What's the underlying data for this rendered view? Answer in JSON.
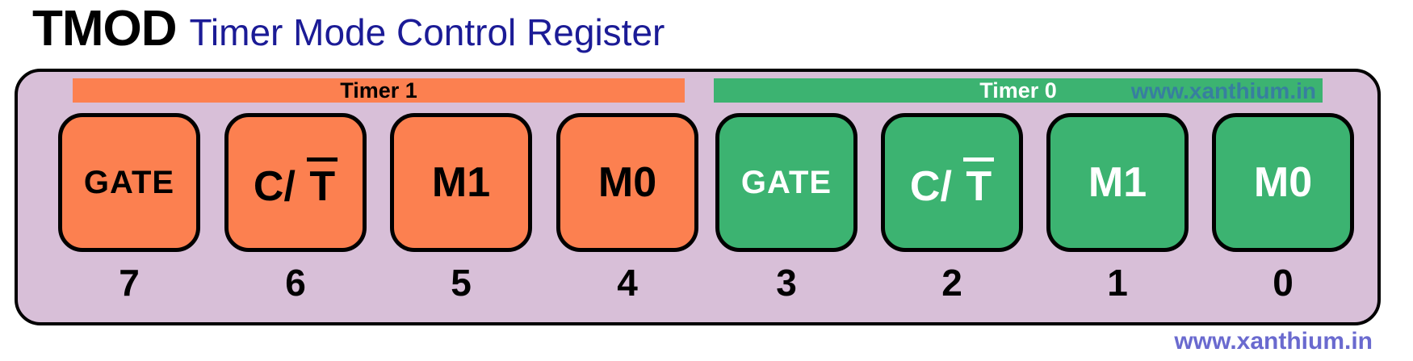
{
  "header": {
    "title": "TMOD",
    "subtitle": "Timer Mode Control Register"
  },
  "register": {
    "groups": [
      {
        "label": "Timer 1",
        "color": "#fc8050",
        "text_color": "#000000",
        "watermark": ""
      },
      {
        "label": "Timer 0",
        "color": "#3cb371",
        "text_color": "#ffffff",
        "watermark": "www.xanthium.in"
      }
    ],
    "bits": [
      {
        "number": "7",
        "name": "GATE",
        "label_prefix": "GATE",
        "label_overbar": "",
        "group": "Timer 1"
      },
      {
        "number": "6",
        "name": "C/T",
        "label_prefix": "C/ ",
        "label_overbar": "T",
        "group": "Timer 1"
      },
      {
        "number": "5",
        "name": "M1",
        "label_prefix": "M1",
        "label_overbar": "",
        "group": "Timer 1"
      },
      {
        "number": "4",
        "name": "M0",
        "label_prefix": "M0",
        "label_overbar": "",
        "group": "Timer 1"
      },
      {
        "number": "3",
        "name": "GATE",
        "label_prefix": "GATE",
        "label_overbar": "",
        "group": "Timer 0"
      },
      {
        "number": "2",
        "name": "C/T",
        "label_prefix": "C/ ",
        "label_overbar": "T",
        "group": "Timer 0"
      },
      {
        "number": "1",
        "name": "M1",
        "label_prefix": "M1",
        "label_overbar": "",
        "group": "Timer 0"
      },
      {
        "number": "0",
        "name": "M0",
        "label_prefix": "M0",
        "label_overbar": "",
        "group": "Timer 0"
      }
    ]
  },
  "footer": {
    "watermark": "www.xanthium.in"
  },
  "colors": {
    "page_bg": "#ffffff",
    "panel_bg": "#d8bfd8",
    "panel_border": "#000000",
    "timer1_accent": "#fc8050",
    "timer0_accent": "#3cb371",
    "subtitle_text": "#1b1b96",
    "bar_watermark_text": "#377f9f",
    "footer_watermark_text": "#6a6acf"
  }
}
